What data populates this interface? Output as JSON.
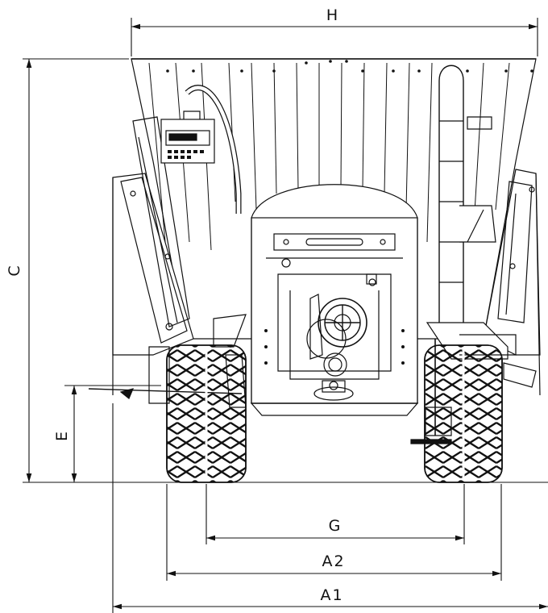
{
  "diagram": {
    "dimension_labels": {
      "H": "H",
      "C": "C",
      "E": "E",
      "G": "G",
      "A2": "A2",
      "A1": "A1"
    }
  }
}
